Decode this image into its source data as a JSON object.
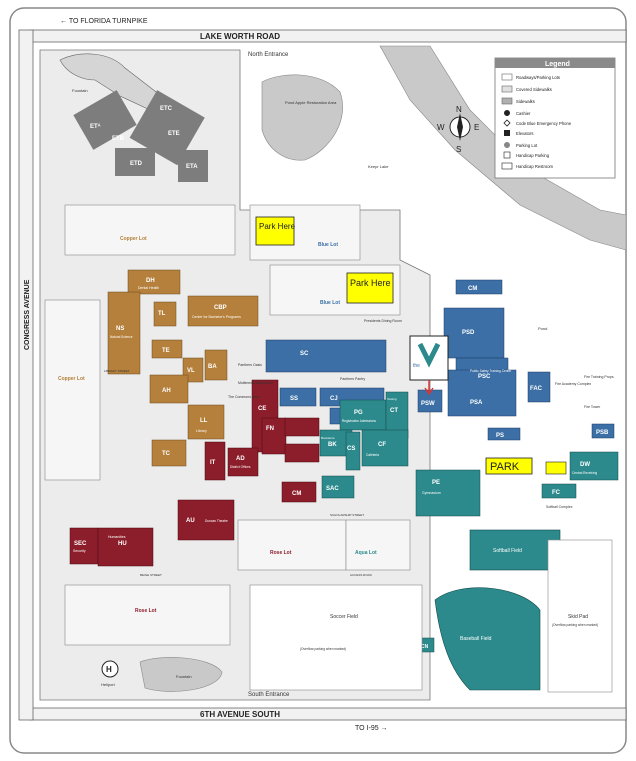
{
  "roads": {
    "top_arrow": "← TO FLORIDA TURNPIKE",
    "north": "LAKE WORTH ROAD",
    "west": "CONGRESS AVENUE",
    "south": "6TH AVENUE SOUTH",
    "bottom_arrow": "TO I-95 →"
  },
  "entrances": {
    "north": "North Entrance",
    "south": "South Entrance"
  },
  "legend": {
    "title": "Legend",
    "items": [
      "Roadways/Parking Lots",
      "Covered Sidewalks",
      "Sidewalks",
      "Cashier",
      "Code Blue Emergency Phone",
      "Elevators",
      "Parking Lot",
      "Handicap Parking",
      "Handicap Restroom"
    ]
  },
  "compass": {
    "n": "N",
    "s": "S",
    "e": "E",
    "w": "W"
  },
  "park_signs": [
    "Park Here",
    "Park Here",
    "PARK"
  ],
  "lots": {
    "copper_top": "Copper Lot",
    "copper_left": "Copper Lot",
    "blue_top": "Blue Lot",
    "blue_mid": "Blue Lot",
    "rose_center": "Rose Lot",
    "rose_left": "Rose Lot",
    "aqua": "Aqua Lot"
  },
  "areas": {
    "pond_apple": "Pond Apple Restoration Area",
    "lake": "Keepr Lake",
    "pond": "Pond",
    "soccer": "Soccer Field",
    "softball": "Softball Field",
    "baseball": "Baseball Field",
    "skid_pad": "Skid Pad",
    "skid_note": "(Overflow parking when marked)",
    "soccer_note": "(Overflow parking when marked)",
    "heliport": "Heliport",
    "fountain_north": "Fountain",
    "fountain_south": "Fountain",
    "fire_training": "Fire Training Props",
    "fire_tower": "Fire Tower",
    "commons": "The Commons Area",
    "multimedia": "Multimedia Boardroom",
    "panthers_oasis": "Panthers Oasis",
    "panthers_pantry": "Panthers Pantry",
    "presidents_dining": "Presidents Dining Room",
    "lab_complex": "Softball Complex"
  },
  "streets": {
    "library": "LIBRARY STREET",
    "scholarship": "SCHOLARSHIP STREET",
    "beige": "BEIGE STREET",
    "access": "ACCESS ROAD"
  },
  "buildings": [
    {
      "code": "ETᴬ",
      "name": ""
    },
    {
      "code": "ETB",
      "name": ""
    },
    {
      "code": "ETC",
      "name": ""
    },
    {
      "code": "ETD",
      "name": ""
    },
    {
      "code": "ETE",
      "name": ""
    },
    {
      "code": "ETA",
      "name": ""
    },
    {
      "code": "DH",
      "name": "Dental Health"
    },
    {
      "code": "CBP",
      "name": "Center for Bachelor's Programs"
    },
    {
      "code": "NS",
      "name": "Natural Science"
    },
    {
      "code": "TL",
      "name": ""
    },
    {
      "code": "TE",
      "name": ""
    },
    {
      "code": "VL",
      "name": ""
    },
    {
      "code": "BA",
      "name": ""
    },
    {
      "code": "AH",
      "name": ""
    },
    {
      "code": "LL",
      "name": "Library"
    },
    {
      "code": "TC",
      "name": ""
    },
    {
      "code": "CE",
      "name": ""
    },
    {
      "code": "AD",
      "name": "District Offices"
    },
    {
      "code": "FN",
      "name": ""
    },
    {
      "code": "CM",
      "name": ""
    },
    {
      "code": "IT",
      "name": ""
    },
    {
      "code": "AU",
      "name": "Duncan Theatre"
    },
    {
      "code": "SEC",
      "name": "Security"
    },
    {
      "code": "HU",
      "name": "Humanities"
    },
    {
      "code": "SC",
      "name": ""
    },
    {
      "code": "SS",
      "name": ""
    },
    {
      "code": "CJ",
      "name": ""
    },
    {
      "code": "PG",
      "name": "Registration Admissions"
    },
    {
      "code": "CF",
      "name": "Cafeteria"
    },
    {
      "code": "CT",
      "name": "Testing"
    },
    {
      "code": "BK",
      "name": "Bookstore"
    },
    {
      "code": "SAC",
      "name": ""
    },
    {
      "code": "CS",
      "name": ""
    },
    {
      "code": "PSD",
      "name": ""
    },
    {
      "code": "PSC",
      "name": "Public Safety Training Center"
    },
    {
      "code": "PSA",
      "name": ""
    },
    {
      "code": "PS",
      "name": ""
    },
    {
      "code": "PSB",
      "name": ""
    },
    {
      "code": "PSW",
      "name": ""
    },
    {
      "code": "FAC",
      "name": "Fire Academy Complex"
    },
    {
      "code": "CM",
      "name": ""
    },
    {
      "code": "PE",
      "name": "Gymnasium"
    },
    {
      "code": "DW",
      "name": "Central Receiving"
    },
    {
      "code": "FC",
      "name": ""
    },
    {
      "code": "CN",
      "name": ""
    }
  ],
  "ymca": "the",
  "colors": {
    "copper": "#b5803b",
    "maroon": "#8c1d2a",
    "blue": "#3b6fa6",
    "teal": "#2c8a8c",
    "road": "#ffffff",
    "lot": "#efefef",
    "outline": "#666666",
    "green_space": "#ffffff",
    "water": "#c7c7c7",
    "yellow": "#ffff00"
  }
}
